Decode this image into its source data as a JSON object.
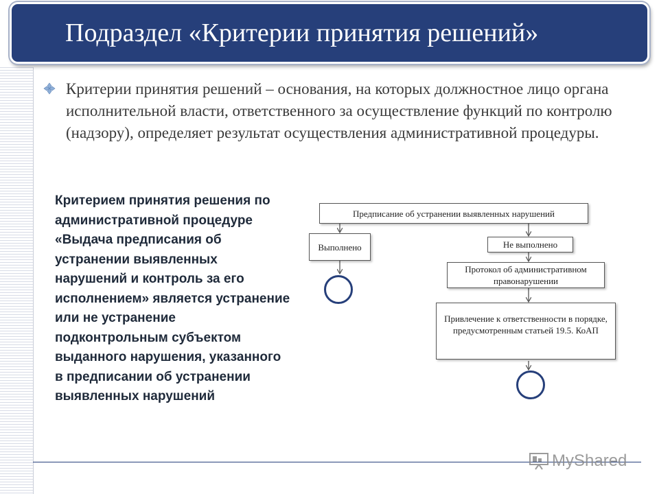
{
  "header": {
    "title": "Подраздел «Критерии принятия решений»"
  },
  "intro": {
    "bullet_icon": "diamond-bullet-icon",
    "text": "Критерии принятия решений – основания, на которых должностное лицо органа исполнительной власти, ответственного за осуществление функций по контролю (надзору), определяет результат осуществления административной процедуры."
  },
  "criterion_text": "Критерием принятия решения по административной процедуре «Выдача предписания об устранении выявленных нарушений и контроль за его исполнением» является устранение или не устранение подконтрольным субъектом выданного нарушения, указанного в предписании об устранении выявленных нарушений",
  "diagram": {
    "nodes": {
      "order": "Предписание об устранении выявленных нарушений",
      "done": "Выполнено",
      "not_done": "Не выполнено",
      "protocol": "Протокол об административном правонарушении",
      "liability": "Привлечение к ответственности в порядке, предусмотренным статьей 19.5. КоАП"
    },
    "edges": [
      [
        "order",
        "done"
      ],
      [
        "order",
        "not_done"
      ],
      [
        "done",
        "end-1"
      ],
      [
        "not_done",
        "protocol"
      ],
      [
        "protocol",
        "liability"
      ],
      [
        "liability",
        "end-2"
      ]
    ],
    "colors": {
      "accent": "#263f7a",
      "border": "#555555"
    }
  },
  "watermark": {
    "text": "MyShared",
    "icon": "presentation-icon"
  }
}
